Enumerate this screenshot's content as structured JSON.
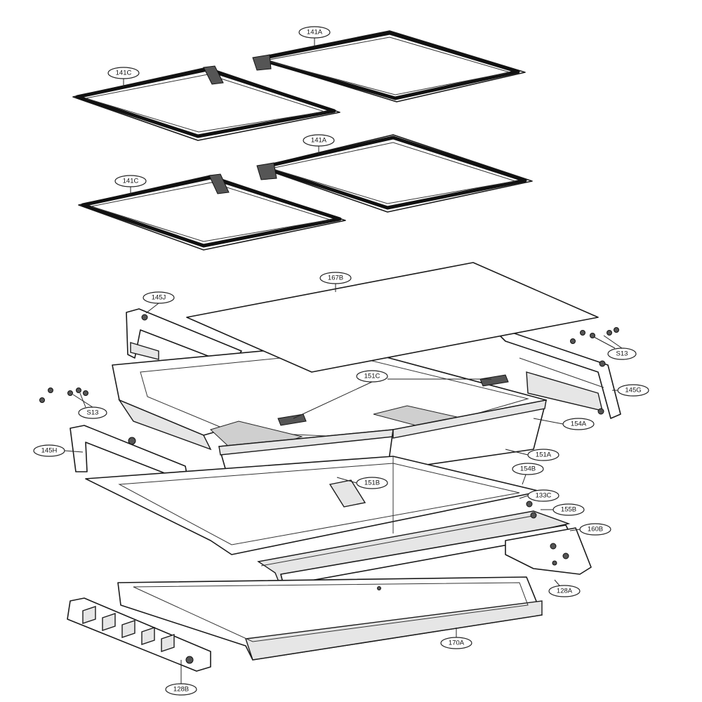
{
  "labels": {
    "shelf_top_right": "141A",
    "shelf_top_left": "141C",
    "shelf_mid_right": "141A",
    "shelf_mid_left": "141C",
    "cover_glass": "167B",
    "rail_left_back": "145J",
    "screws_right": "S13",
    "rail_right": "145G",
    "grid_clip": "151C",
    "screws_left": "S13",
    "crisper_right": "154A",
    "rail_left_front": "145H",
    "drawer_right": "151A",
    "bracket_right": "154B",
    "drawer_left": "151B",
    "screw_c": "133C",
    "roller": "155B",
    "front_rail": "160B",
    "slide_right": "128A",
    "bottom_drawer": "170A",
    "slide_left": "128B"
  }
}
